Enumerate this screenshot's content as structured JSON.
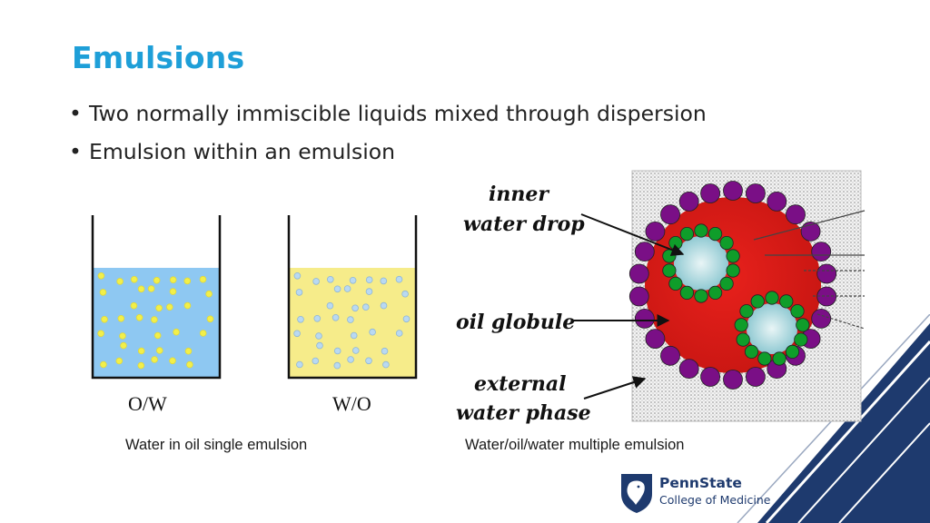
{
  "slide": {
    "title": "Emulsions",
    "bullets": [
      "Two normally immiscible liquids mixed through dispersion",
      "Emulsion within an emulsion"
    ]
  },
  "beakers": [
    {
      "label": "O/W",
      "liquid_color": "#8ec8f2",
      "droplet_color": "#f2ef4a"
    },
    {
      "label": "W/O",
      "liquid_color": "#f6ec8a",
      "droplet_color": "#b9d9f2"
    }
  ],
  "captions": {
    "single": "Water in oil single emulsion",
    "multiple": "Water/oil/water multiple emulsion"
  },
  "multiple_emulsion": {
    "labels": {
      "inner_1": "inner",
      "inner_2": "water drop",
      "oil": "oil globule",
      "external_1": "external",
      "external_2": "water phase"
    },
    "colors": {
      "oil_globule": "#e8211c",
      "surfactant": "#7a0f86",
      "inner_ring": "#0f9d2a",
      "inner_drop": "#a9dbe3"
    }
  },
  "branding": {
    "name": "PennState",
    "subtitle": "College of Medicine",
    "color": "#1e3a6e"
  }
}
